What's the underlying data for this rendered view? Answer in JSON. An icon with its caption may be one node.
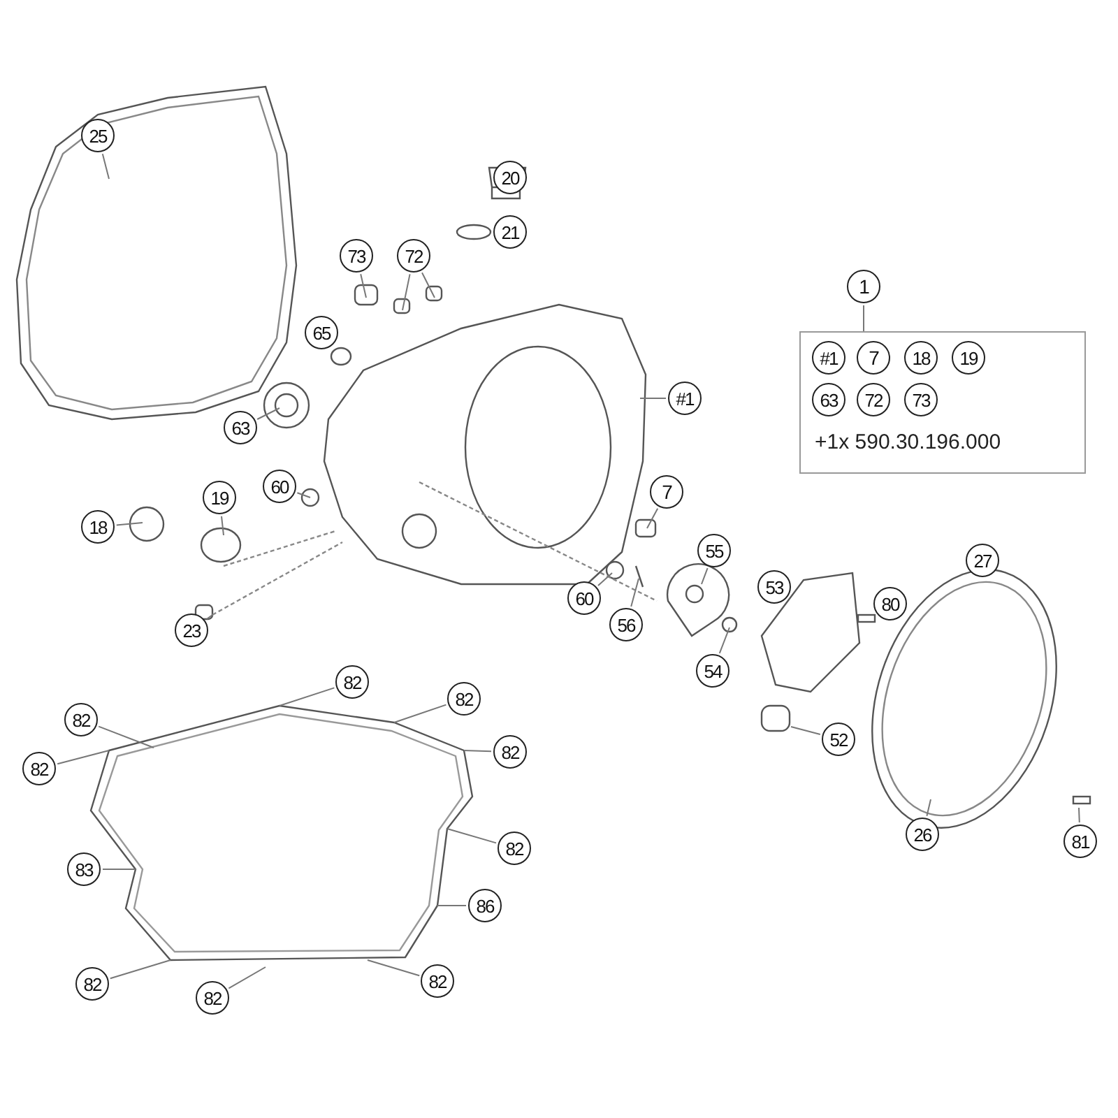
{
  "diagram": {
    "nodes": [
      {
        "text": [
          "25"
        ]
      },
      {
        "text": [
          "20"
        ]
      },
      {
        "text": [
          "21"
        ]
      },
      {
        "text": [
          "73"
        ]
      },
      {
        "text": [
          "72"
        ]
      },
      {
        "text": [
          "65"
        ]
      },
      {
        "text": [
          "63"
        ]
      },
      {
        "text": [
          "60"
        ]
      },
      {
        "text": [
          "#1"
        ]
      },
      {
        "text": [
          "1"
        ]
      },
      {
        "text": [
          "+1x 590.30.196.000"
        ]
      },
      {
        "text": [
          "#1"
        ],
        "in": 10
      },
      {
        "text": [
          "7"
        ],
        "in": 10
      },
      {
        "text": [
          "18"
        ],
        "in": 10
      },
      {
        "text": [
          "19"
        ],
        "in": 10
      },
      {
        "text": [
          "63"
        ],
        "in": 10
      },
      {
        "text": [
          "72"
        ],
        "in": 10
      },
      {
        "text": [
          "73"
        ],
        "in": 10
      },
      {
        "text": [
          "18"
        ]
      },
      {
        "text": [
          "19"
        ]
      },
      {
        "text": [
          "23"
        ]
      },
      {
        "text": [
          "7"
        ]
      },
      {
        "text": [
          "55"
        ]
      },
      {
        "text": [
          "60"
        ]
      },
      {
        "text": [
          "56"
        ]
      },
      {
        "text": [
          "53"
        ]
      },
      {
        "text": [
          "80"
        ]
      },
      {
        "text": [
          "27"
        ]
      },
      {
        "text": [
          "54"
        ]
      },
      {
        "text": [
          "52"
        ]
      },
      {
        "text": [
          "26"
        ]
      },
      {
        "text": [
          "81"
        ]
      },
      {
        "text": [
          "82"
        ]
      },
      {
        "text": [
          "82"
        ]
      },
      {
        "text": [
          "82"
        ]
      },
      {
        "text": [
          "82"
        ]
      },
      {
        "text": [
          "82"
        ]
      },
      {
        "text": [
          "82"
        ]
      },
      {
        "text": [
          "83"
        ]
      },
      {
        "text": [
          "86"
        ]
      },
      {
        "text": [
          "82"
        ]
      },
      {
        "text": [
          "82"
        ]
      },
      {
        "text": [
          "82"
        ]
      }
    ],
    "edges": [
      {
        "from": 0,
        "to": null,
        "arrow": "none"
      },
      {
        "from": 3,
        "to": null,
        "arrow": "none"
      },
      {
        "from": 4,
        "to": null,
        "arrow": "none"
      },
      {
        "from": 4,
        "to": null,
        "arrow": "none"
      },
      {
        "from": 6,
        "to": null,
        "arrow": "none"
      },
      {
        "from": 7,
        "to": null,
        "arrow": "none"
      },
      {
        "from": 8,
        "to": null,
        "arrow": "none"
      },
      {
        "from": 9,
        "to": 10,
        "arrow": "none"
      },
      {
        "from": 18,
        "to": null,
        "arrow": "none"
      },
      {
        "from": 19,
        "to": null,
        "arrow": "none"
      },
      {
        "from": 20,
        "to": null,
        "arrow": "none"
      },
      {
        "from": 21,
        "to": null,
        "arrow": "none"
      },
      {
        "from": 22,
        "to": null,
        "arrow": "none"
      },
      {
        "from": 23,
        "to": null,
        "arrow": "none"
      },
      {
        "from": 24,
        "to": null,
        "arrow": "none"
      },
      {
        "from": 28,
        "to": null,
        "arrow": "none"
      },
      {
        "from": 29,
        "to": null,
        "arrow": "none"
      },
      {
        "from": 30,
        "to": null,
        "arrow": "none"
      },
      {
        "from": 31,
        "to": null,
        "arrow": "none"
      },
      {
        "from": 32,
        "to": null,
        "arrow": "none"
      },
      {
        "from": 33,
        "to": null,
        "arrow": "none"
      },
      {
        "from": 34,
        "to": null,
        "arrow": "none"
      },
      {
        "from": 35,
        "to": null,
        "arrow": "none"
      },
      {
        "from": 36,
        "to": null,
        "arrow": "none"
      },
      {
        "from": 37,
        "to": null,
        "arrow": "none"
      },
      {
        "from": 38,
        "to": null,
        "arrow": "none"
      },
      {
        "from": 39,
        "to": null,
        "arrow": "none"
      },
      {
        "from": 40,
        "to": null,
        "arrow": "none"
      },
      {
        "from": 41,
        "to": null,
        "arrow": "none"
      },
      {
        "from": 42,
        "to": null,
        "arrow": "none"
      }
    ]
  }
}
